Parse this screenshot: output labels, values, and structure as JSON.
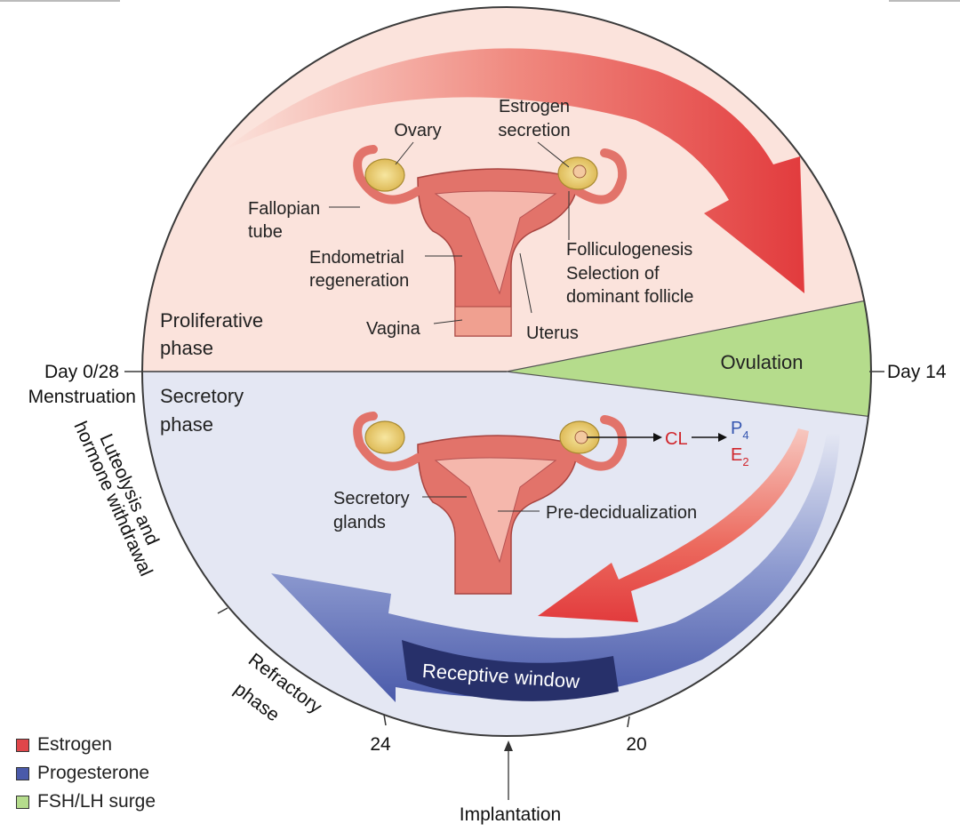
{
  "phases": {
    "proliferative_line1": "Proliferative",
    "proliferative_line2": "phase",
    "secretory_line1": "Secretory",
    "secretory_line2": "phase",
    "ovulation": "Ovulation",
    "receptive_window": "Receptive window",
    "luteolysis_line1": "Luteolysis and",
    "luteolysis_line2": "hormone withdrawal",
    "refractory_line1": "Refractory",
    "refractory_line2": "phase"
  },
  "days": {
    "day0": "Day 0/28",
    "menstruation": "Menstruation",
    "day14": "Day 14",
    "day20": "20",
    "day24": "24",
    "implantation": "Implantation"
  },
  "anatomy_top": {
    "ovary": "Ovary",
    "estrogen_line1": "Estrogen",
    "estrogen_line2": "secretion",
    "fallopian_line1": "Fallopian",
    "fallopian_line2": "tube",
    "endometrial_line1": "Endometrial",
    "endometrial_line2": "regeneration",
    "folliculo_line1": "Folliculogenesis",
    "folliculo_line2": "Selection of",
    "folliculo_line3": "dominant follicle",
    "vagina": "Vagina",
    "uterus": "Uterus"
  },
  "anatomy_bottom": {
    "cl": "CL",
    "p": "P",
    "p_sub": "4",
    "e": "E",
    "e_sub": "2",
    "secretory_glands_line1": "Secretory",
    "secretory_glands_line2": "glands",
    "predecidualization": "Pre-decidualization"
  },
  "legend": [
    {
      "label": "Estrogen",
      "color": "#e0464a"
    },
    {
      "label": "Progesterone",
      "color": "#4a5aaa"
    },
    {
      "label": "FSH/LH surge",
      "color": "#b5dc8c"
    }
  ],
  "colors": {
    "top_half": "#fbe3dc",
    "bottom_half": "#e4e7f3",
    "ovulation_wedge": "#b5dc8c",
    "estrogen": "#e0464a",
    "progesterone": "#3e4f9e",
    "receptive_window": "#27306a",
    "uterus": "#e2736a",
    "ovary": "#f2d76b"
  }
}
